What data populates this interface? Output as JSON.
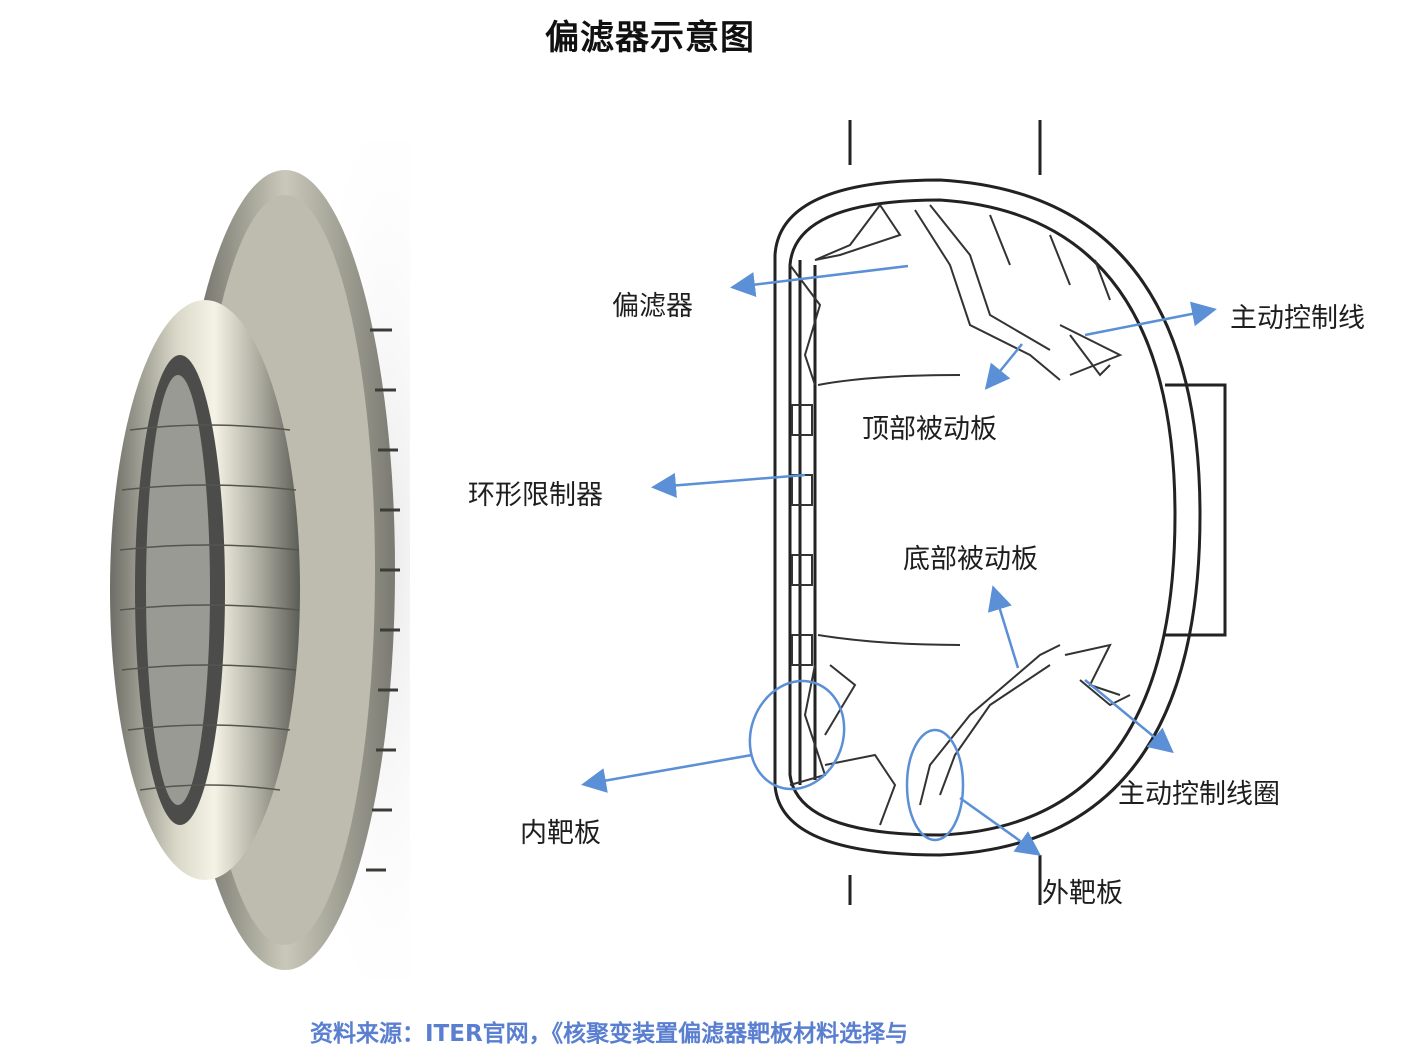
{
  "title": "偏滤器示意图",
  "labels": {
    "divertor": "偏滤器",
    "active_coil_top": "主动控制线",
    "top_passive_plate": "顶部被动板",
    "ring_limiter": "环形限制器",
    "bottom_passive_plate": "底部被动板",
    "inner_target": "内靶板",
    "active_coil_bottom": "主动控制线圈",
    "outer_target": "外靶板"
  },
  "source": "资料来源：ITER官网，《核聚变装置偏滤器靶板材料选择与",
  "colors": {
    "arrow": "#5b8fd6",
    "source": "#5a7fd0",
    "line": "#222222"
  }
}
